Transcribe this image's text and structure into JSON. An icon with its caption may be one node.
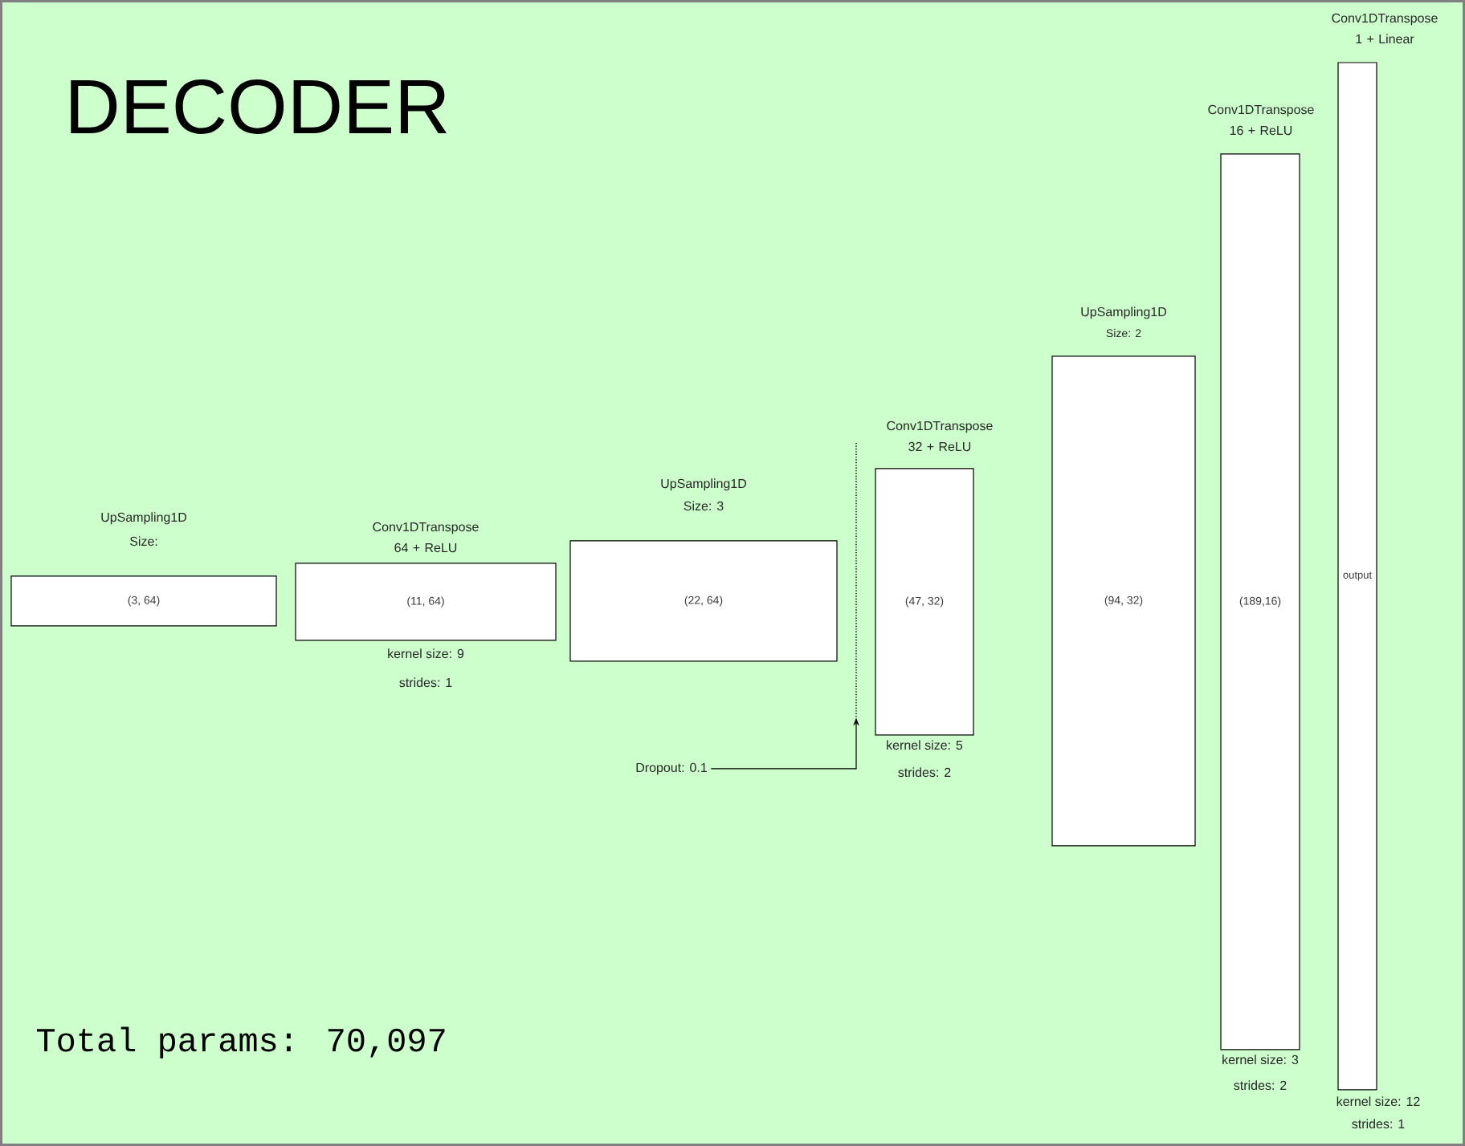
{
  "diagram": {
    "title": "DECODER",
    "nodes": [
      {
        "text": [
          "UpSampling1D",
          "Size:",
          "(3, 64)"
        ]
      },
      {
        "text": [
          "Conv1DTranspose 64 + ReLU",
          "(11, 64)"
        ],
        "beside": [
          "kernel size: 9",
          "strides: 1"
        ]
      },
      {
        "text": [
          "UpSampling1D",
          "Size: 3",
          "(22, 64)"
        ]
      },
      {
        "text": [
          "Conv1DTranspose 32 + ReLU",
          "(47, 32)"
        ],
        "beside": [
          "kernel size: 5",
          "strides: 2"
        ]
      },
      {
        "text": [
          "UpSampling1D",
          "Size: 2",
          "(94, 32)"
        ]
      },
      {
        "text": [
          "Conv1DTranspose 16 + ReLU",
          "(189,16)"
        ],
        "beside": [
          "kernel size: 3",
          "strides: 2"
        ]
      },
      {
        "text": [
          "Conv1DTranspose 1 + Linear",
          "output"
        ],
        "beside": [
          "kernel size: 12",
          "strides: 1"
        ]
      },
      {
        "text": [
          "Dropout: 0.1"
        ]
      },
      {
        "text": [],
        "shape": "line"
      }
    ],
    "edges": [
      {
        "from": 7,
        "to": 8,
        "arrow": "to"
      }
    ],
    "labels": [
      "Total params: 70,097"
    ]
  }
}
